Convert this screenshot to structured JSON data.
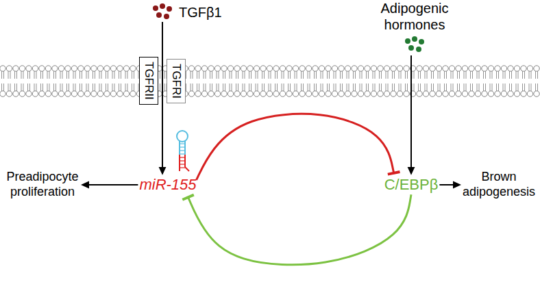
{
  "diagram": {
    "nodes": [
      {
        "text": [
          "TGFβ1"
        ]
      },
      {
        "text": [
          "Adipogenic hormones"
        ]
      },
      {
        "text": [
          "TGFRII"
        ]
      },
      {
        "text": [
          "TGFRI"
        ]
      },
      {
        "text": [
          "Preadipocyte proliferation"
        ]
      },
      {
        "text": [
          "miR-155"
        ]
      },
      {
        "text": [
          "C/EBPβ"
        ]
      },
      {
        "text": [
          "Brown adipogenesis"
        ]
      }
    ],
    "edges": [
      {
        "from": 0,
        "to": 5,
        "arrow": "to"
      },
      {
        "from": 1,
        "to": 6,
        "arrow": "to"
      },
      {
        "from": 5,
        "to": 4,
        "arrow": "to"
      },
      {
        "from": 6,
        "to": 7,
        "arrow": "to"
      },
      {
        "from": 5,
        "to": 6,
        "arrow": "to"
      },
      {
        "from": 6,
        "to": 5,
        "arrow": "to"
      }
    ]
  }
}
